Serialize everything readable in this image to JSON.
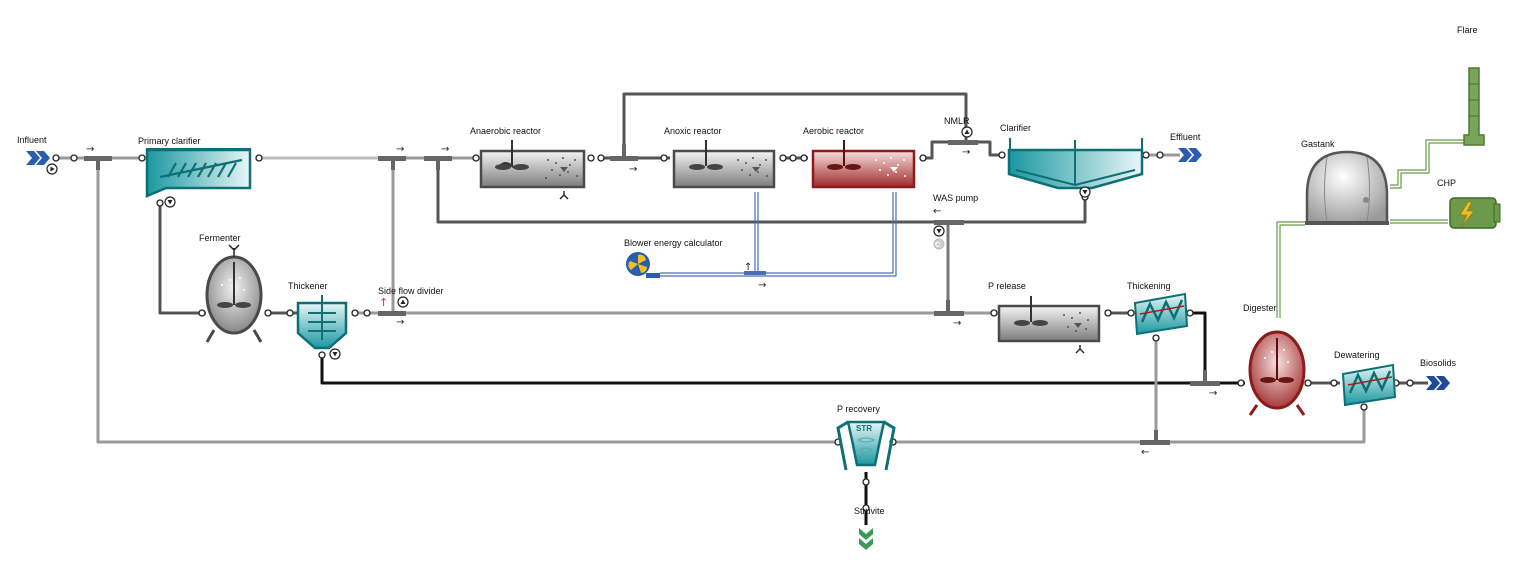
{
  "labels": {
    "influent": "Influent",
    "primary_clarifier": "Primary clarifier",
    "anaerobic_reactor": "Anaerobic reactor",
    "anoxic_reactor": "Anoxic reactor",
    "aerobic_reactor": "Aerobic reactor",
    "nmlr": "NMLR",
    "clarifier": "Clarifier",
    "effluent": "Effluent",
    "flare": "Flare",
    "gastank": "Gastank",
    "chp": "CHP",
    "was_pump": "WAS pump",
    "fermenter": "Fermenter",
    "blower_energy_calculator": "Blower energy calculator",
    "thickener": "Thickener",
    "side_flow_divider": "Side flow divider",
    "p_release": "P release",
    "thickening": "Thickening",
    "digester": "Digester",
    "dewatering": "Dewatering",
    "biosolids": "Biosolids",
    "p_recovery": "P recovery",
    "struvite": "Struvite"
  },
  "markers": {
    "str_text": "STR",
    "pump_c": "C"
  },
  "arrows": {
    "right": "→",
    "left": "←",
    "up": "↑"
  },
  "colors": {
    "teal": "#1a98a0",
    "teal_dark": "#0e6f75",
    "gray_tank": "#5a5a5a",
    "red_tank": "#8e1b1b",
    "pipe_gray": "#8a8a8a",
    "pipe_dark": "#474747",
    "pipe_black": "#111111",
    "air_blue": "#4a6fb8",
    "gas_green": "#6a9a4a",
    "influent_blue": "#2a5db0",
    "struvite_green": "#3a9a5a"
  }
}
